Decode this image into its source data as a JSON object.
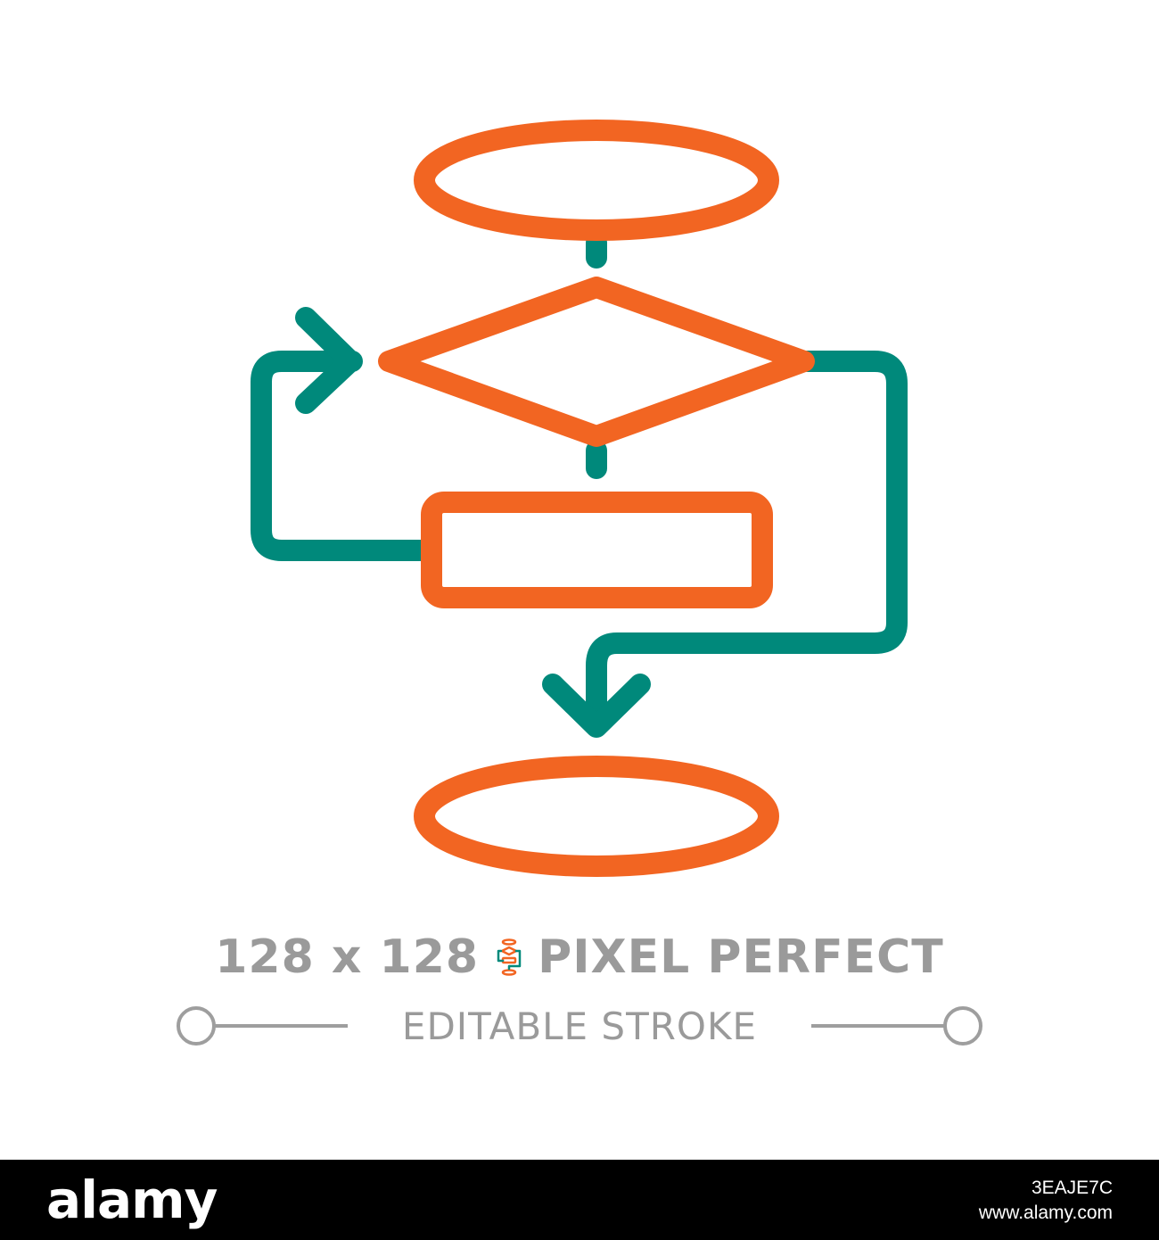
{
  "icon": {
    "name": "flowchart-icon",
    "colors": {
      "primary": "#f26522",
      "secondary": "#00897b",
      "caption": "#9a9a9a",
      "background": "#ffffff"
    }
  },
  "caption": {
    "size": "128 x 128",
    "title": "PIXEL PERFECT",
    "subtitle": "EDITABLE STROKE"
  },
  "footer": {
    "logo": "alamy",
    "image_id": "3EAJE7C",
    "site": "www.alamy.com",
    "background": "#000000"
  }
}
